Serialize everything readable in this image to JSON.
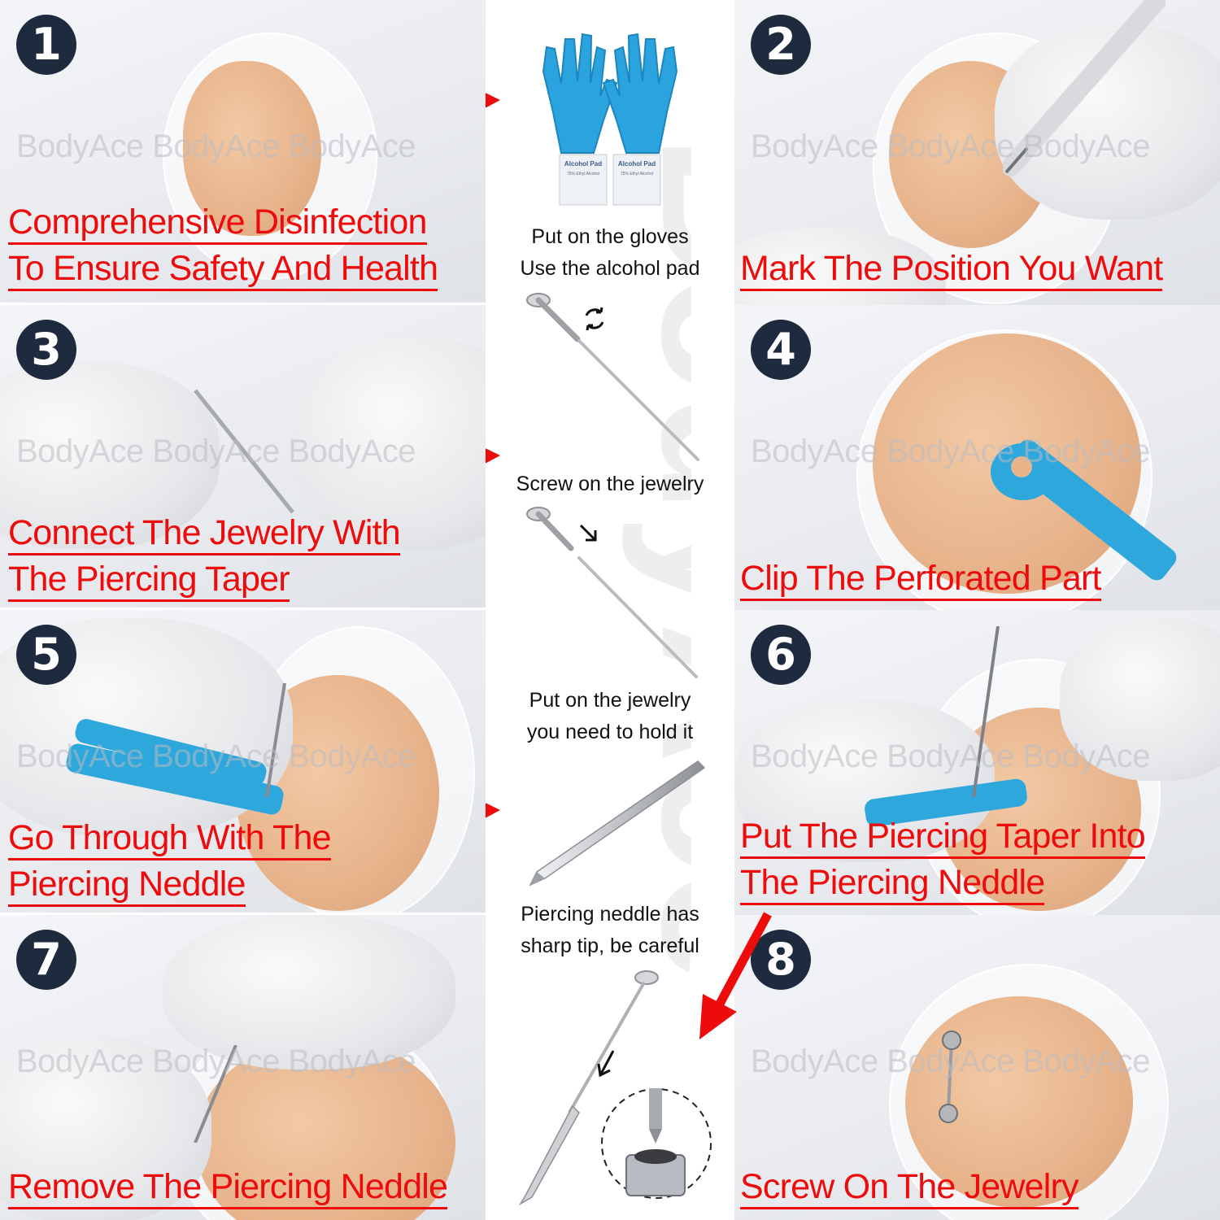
{
  "watermark": "BodyAce",
  "steps": [
    {
      "number": "1",
      "caption": [
        "Comprehensive Disinfection",
        "To Ensure Safety And Health"
      ],
      "watermark": "BodyAce BodyAce BodyAce"
    },
    {
      "number": "2",
      "caption": [
        "Mark The Position You Want"
      ],
      "watermark": "BodyAce BodyAce BodyAce"
    },
    {
      "number": "3",
      "caption": [
        "Connect The Jewelry With",
        "The Piercing Taper"
      ],
      "watermark": "BodyAce BodyAce BodyAce"
    },
    {
      "number": "4",
      "caption": [
        "Clip The Perforated Part"
      ],
      "watermark": "BodyAce BodyAce BodyAce"
    },
    {
      "number": "5",
      "caption": [
        "Go Through With The",
        "Piercing Neddle"
      ],
      "watermark": "BodyAce BodyAce BodyAce"
    },
    {
      "number": "6",
      "caption": [
        "Put The Piercing Taper Into",
        "The Piercing Neddle"
      ],
      "watermark": "BodyAce BodyAce BodyAce"
    },
    {
      "number": "7",
      "caption": [
        "Remove The Piercing Neddle"
      ],
      "watermark": "BodyAce BodyAce BodyAce"
    },
    {
      "number": "8",
      "caption": [
        "Screw On The Jewelry"
      ],
      "watermark": "BodyAce BodyAce BodyAce"
    }
  ],
  "notes": [
    {
      "lines": [
        "Put on the gloves",
        "Use the alcohol pad"
      ]
    },
    {
      "lines": [
        "Screw on the jewelry"
      ]
    },
    {
      "lines": [
        "Put on the jewelry",
        "you need to hold it"
      ]
    },
    {
      "lines": [
        "Piercing neddle has",
        "sharp tip, be careful"
      ]
    }
  ],
  "alcohol_pad": {
    "label": "Alcohol Pad",
    "sub": "75% Ethyl Alcohol"
  },
  "colors": {
    "caption_red": "#ee0b0b",
    "number_badge": "#1e2a3d",
    "glove_blue": "#2aa3df",
    "clamp_blue": "#2ea7dc"
  },
  "icons": [
    "arrow-right-icon",
    "arrow-down-left-icon",
    "rotate-icon",
    "gloves-icon",
    "needle-icon",
    "taper-icon"
  ]
}
